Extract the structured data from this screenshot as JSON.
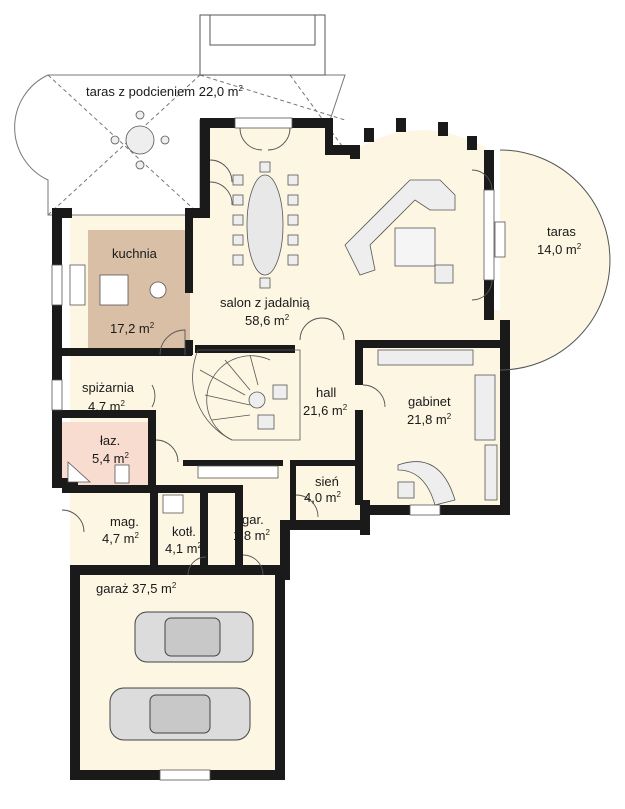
{
  "floor_plan": {
    "rooms": [
      {
        "id": "taras-podcieniem",
        "name": "taras z podcieniem",
        "area": "22,0 m"
      },
      {
        "id": "kuchnia",
        "name": "kuchnia",
        "area": "17,2 m"
      },
      {
        "id": "salon",
        "name": "salon z jadalnią",
        "area": "58,6 m"
      },
      {
        "id": "taras",
        "name": "taras",
        "area": "14,0 m"
      },
      {
        "id": "spizarnia",
        "name": "spiżarnia",
        "area": "4,7 m"
      },
      {
        "id": "hall",
        "name": "hall",
        "area": "21,6 m"
      },
      {
        "id": "gabinet",
        "name": "gabinet",
        "area": "21,8 m"
      },
      {
        "id": "laz",
        "name": "łaz.",
        "area": "5,4 m"
      },
      {
        "id": "sien",
        "name": "sień",
        "area": "4,0 m"
      },
      {
        "id": "mag",
        "name": "mag.",
        "area": "4,7 m"
      },
      {
        "id": "kotl",
        "name": "kotł.",
        "area": "4,1 m"
      },
      {
        "id": "gar-small",
        "name": "gar.",
        "area": "1,8 m"
      },
      {
        "id": "garaz",
        "name": "garaż 37,5 m",
        "area": ""
      }
    ],
    "area_unit_superscript": "2",
    "colors": {
      "floor": "#fdf6e3",
      "kitchen": "#d9bfa6",
      "bathroom": "#f7dccf",
      "wall": "#1a1a1a",
      "outline": "#777777",
      "furniture": "#dddddd"
    }
  }
}
